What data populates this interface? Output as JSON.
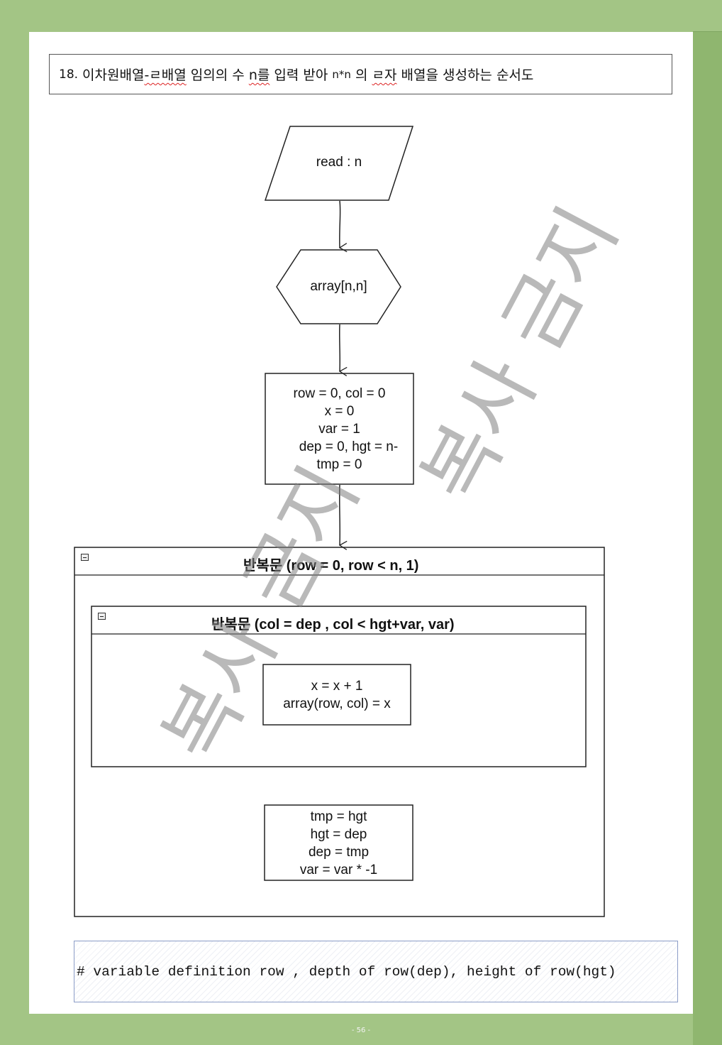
{
  "title": {
    "number": "18.",
    "part1": "이차원배열",
    "part2": "-ㄹ배열",
    "part3": "임의의 수",
    "part4": "n를",
    "part5": "입력 받아",
    "part6": "n*n",
    "part7": "의",
    "part8": "ㄹ자",
    "part9": "배열을 생성하는 순서도"
  },
  "nodes": {
    "input": "read : n",
    "prep": "array[n,n]",
    "init": [
      "row = 0, col = 0",
      "x = 0",
      "var = 1",
      "dep = 0, hgt = n-",
      "tmp = 0"
    ],
    "inner_body": [
      "x = x + 1",
      "array(row, col) = x"
    ],
    "swap": [
      "tmp = hgt",
      "hgt = dep",
      "dep = tmp",
      "var = var * -1"
    ]
  },
  "loops": {
    "outer": "반복문 (row = 0, row < n, 1)",
    "inner": "반복문 (col = dep , col < hgt+var, var)"
  },
  "comment": "# variable definition row , depth of row(dep), height of row(hgt)",
  "watermark": "복사 금지",
  "page_number": "- 56 -"
}
